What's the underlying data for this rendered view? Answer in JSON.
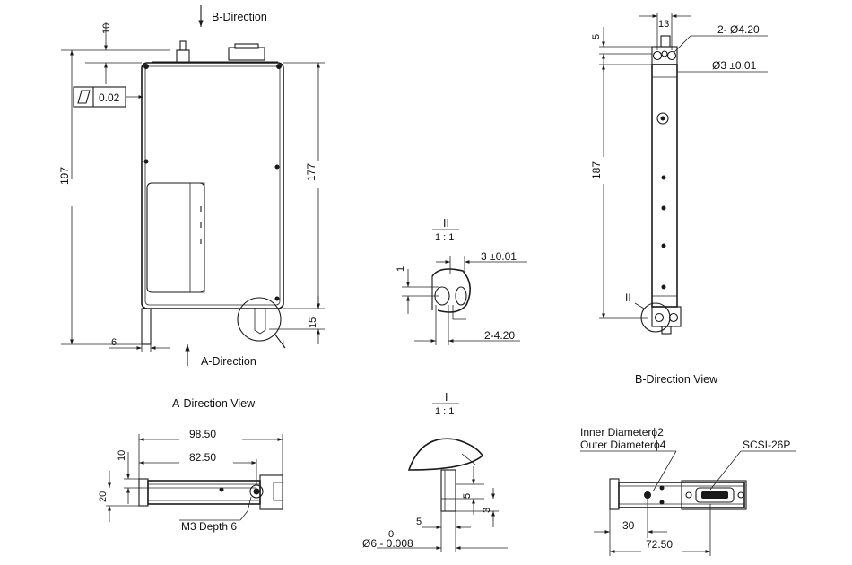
{
  "labels": {
    "b_direction": "B-Direction",
    "a_direction": "A-Direction",
    "a_direction_view": "A-Direction View",
    "b_direction_view": "B-Direction View",
    "flatness_value": "0.02",
    "m3_depth": "M3 Depth 6",
    "inner_diameter": "Inner Diameterϕ2",
    "outer_diameter": "Outer Diameterϕ4",
    "scsi": "SCSI-26P",
    "detail_ii": "II",
    "detail_ii_scale": "1 : 1",
    "detail_i": "I",
    "detail_i_scale": "1 : 1",
    "marker_i": "I",
    "marker_ii": "II"
  },
  "dims": {
    "front_10": "10",
    "front_197": "197",
    "front_177": "177",
    "front_15": "15",
    "front_6": "6",
    "side_13": "13",
    "side_5": "5",
    "side_hole_2x": "2- Ø4.20",
    "side_hole_3": "Ø3 ±0.01",
    "side_187": "187",
    "detii_1": "1",
    "detii_3": "3 ±0.01",
    "detii_2x": "2-4.20",
    "detI_5a": "5",
    "detI_3": "3",
    "detI_0": "0",
    "detI_5b": "5",
    "detI_phi6": "Ø6 - 0.008",
    "adir_98_50": "98.50",
    "adir_82_50": "82.50",
    "adir_10": "10",
    "adir_20": "20",
    "bdir_30": "30",
    "bdir_72_50": "72.50"
  }
}
